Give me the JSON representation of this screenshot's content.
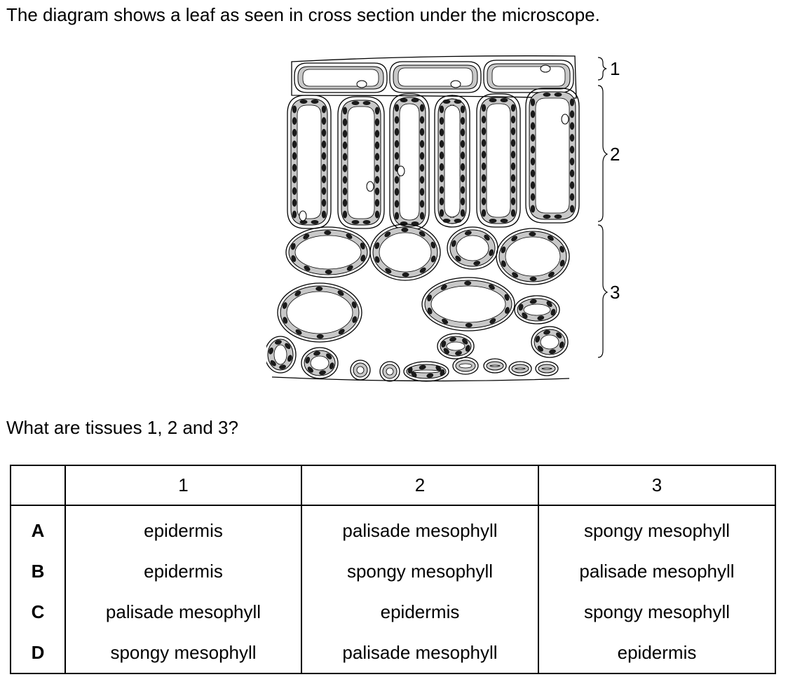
{
  "question": {
    "intro": "The diagram shows a leaf as seen in cross section under the microscope.",
    "prompt": "What are tissues 1, 2 and 3?"
  },
  "diagram": {
    "labels": [
      "1",
      "2",
      "3"
    ]
  },
  "table": {
    "headers": [
      "",
      "1",
      "2",
      "3"
    ],
    "rows": [
      {
        "option": "A",
        "cells": [
          "epidermis",
          "palisade mesophyll",
          "spongy mesophyll"
        ]
      },
      {
        "option": "B",
        "cells": [
          "epidermis",
          "spongy mesophyll",
          "palisade mesophyll"
        ]
      },
      {
        "option": "C",
        "cells": [
          "palisade mesophyll",
          "epidermis",
          "spongy mesophyll"
        ]
      },
      {
        "option": "D",
        "cells": [
          "spongy mesophyll",
          "palisade mesophyll",
          "epidermis"
        ]
      }
    ]
  },
  "colors": {
    "cytoplasm": "#c8c8c8",
    "chloroplast": "#1a1a1a",
    "outline": "#000000"
  }
}
